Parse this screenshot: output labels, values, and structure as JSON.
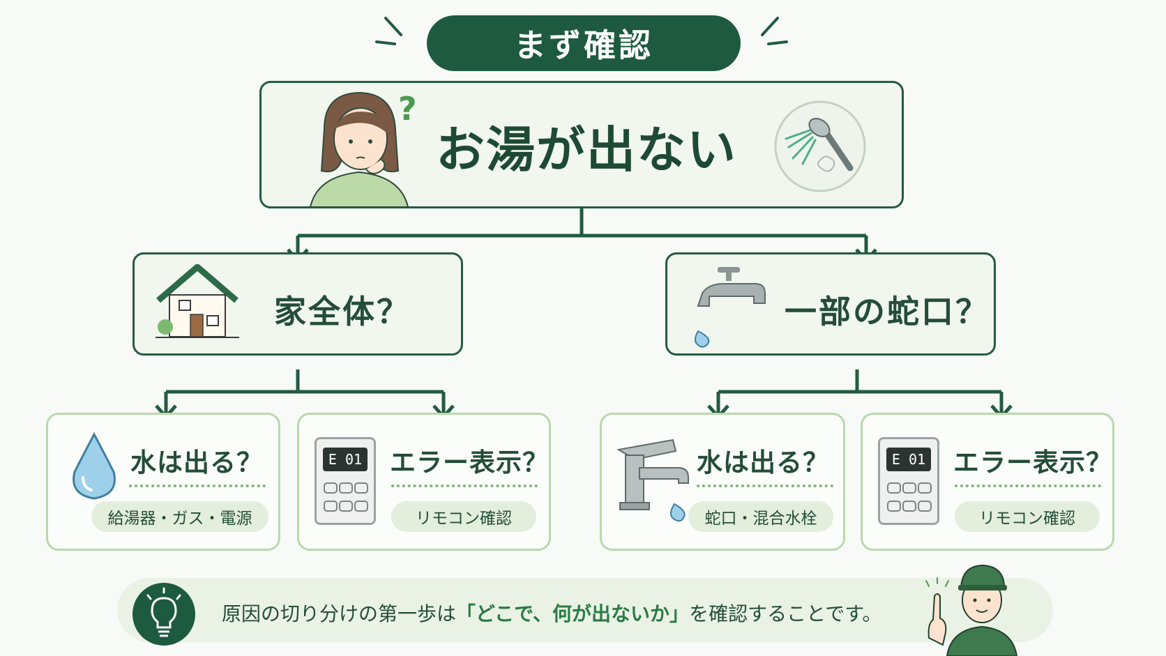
{
  "header": {
    "title": "まず確認"
  },
  "main": {
    "title": "お湯が出ない"
  },
  "branches": [
    {
      "title": "家全体？",
      "leaves": [
        {
          "title": "水は出る？",
          "chip": "給湯器・ガス・電源"
        },
        {
          "title": "エラー表示？",
          "chip": "リモコン確認",
          "display": "E 01"
        }
      ]
    },
    {
      "title": "一部の蛇口？",
      "leaves": [
        {
          "title": "水は出る？",
          "chip": "蛇口・混合水栓"
        },
        {
          "title": "エラー表示？",
          "chip": "リモコン確認",
          "display": "E 01"
        }
      ]
    }
  ],
  "note": {
    "prefix": "原因の切り分けの第一歩は",
    "highlight": "「どこで、何が出ないか」",
    "suffix": "を確認することです。"
  },
  "colors": {
    "dark_green": "#1d5a3f",
    "leaf_border": "#b9d8ad",
    "chip_bg": "#e3eedd",
    "water_blue": "#9fd0ea"
  }
}
